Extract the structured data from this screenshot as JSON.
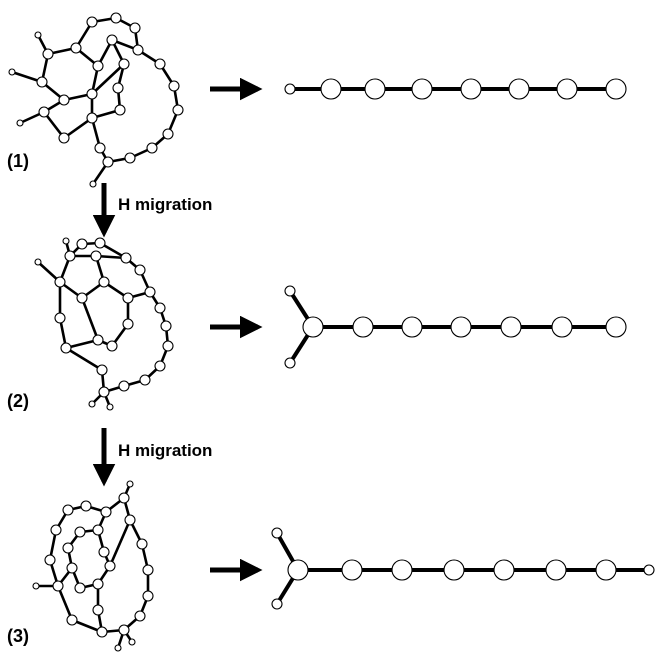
{
  "diagram": {
    "stages": [
      {
        "label": "(1)"
      },
      {
        "label": "(2)"
      },
      {
        "label": "(3)"
      }
    ],
    "steps": [
      {
        "label": "H migration"
      },
      {
        "label": "H migration"
      }
    ],
    "chains": [
      {
        "stage": "(1)",
        "end_group": "single H",
        "large_atoms": 7,
        "terminal_small_atom": "left"
      },
      {
        "stage": "(2)",
        "end_group": "CH2",
        "large_atoms": 7,
        "terminal_small_atom": "none"
      },
      {
        "stage": "(3)",
        "end_group": "CH2",
        "large_atoms": 7,
        "terminal_small_atom": "right"
      }
    ],
    "colors": {
      "stroke": "#000000",
      "atom_fill": "#ffffff"
    }
  }
}
